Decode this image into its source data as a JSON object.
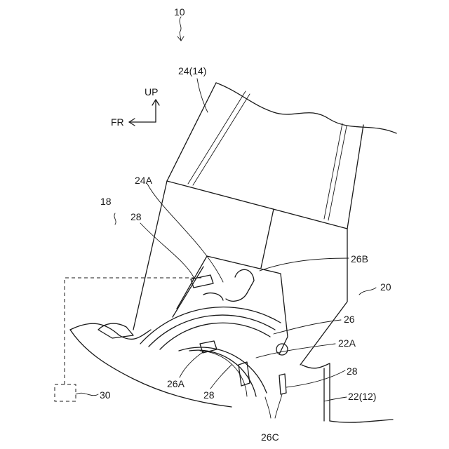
{
  "labels": {
    "fig": "10",
    "upper_panel": "24(14)",
    "up": "UP",
    "fr": "FR",
    "panel_edge": "24A",
    "assembly_left": "18",
    "clip_top_left": "28",
    "tab_upper": "26B",
    "assembly_right": "20",
    "retainer": "26",
    "base_edge": "22A",
    "clip_lower_right": "28",
    "base_panel": "22(12)",
    "sensor": "30",
    "tab_lower": "26A",
    "clip_bottom": "28",
    "tabs_c": "26C"
  }
}
